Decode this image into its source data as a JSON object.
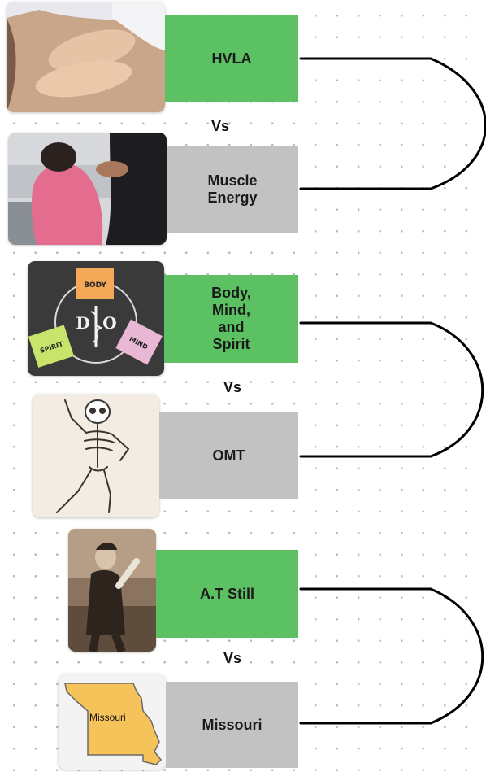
{
  "pairs": [
    {
      "top": {
        "label": "HVLA",
        "image": "hands-on-back-photo"
      },
      "vs": "Vs",
      "bottom": {
        "label": "Muscle\nEnergy",
        "image": "therapist-with-patient-photo"
      }
    },
    {
      "top": {
        "label": "Body,\nMind,\nand\nSpirit",
        "image": "do-body-mind-spirit-chalkboard"
      },
      "vs": "Vs",
      "bottom": {
        "label": "OMT",
        "image": "dancing-skeleton-drawing"
      }
    },
    {
      "top": {
        "label": "A.T Still",
        "image": "vintage-man-holding-bone-photo"
      },
      "vs": "Vs",
      "bottom": {
        "label": "Missouri",
        "image": "missouri-state-map"
      }
    }
  ],
  "graphics": {
    "chalk_notes": {
      "body": "BODY",
      "mind": "MIND",
      "spirit": "SPIRIT",
      "d": "D",
      "o": "O"
    },
    "map_label": "Missouri"
  },
  "colors": {
    "green": "#5cc162",
    "gray": "#c2c2c2",
    "connector": "#000000"
  }
}
